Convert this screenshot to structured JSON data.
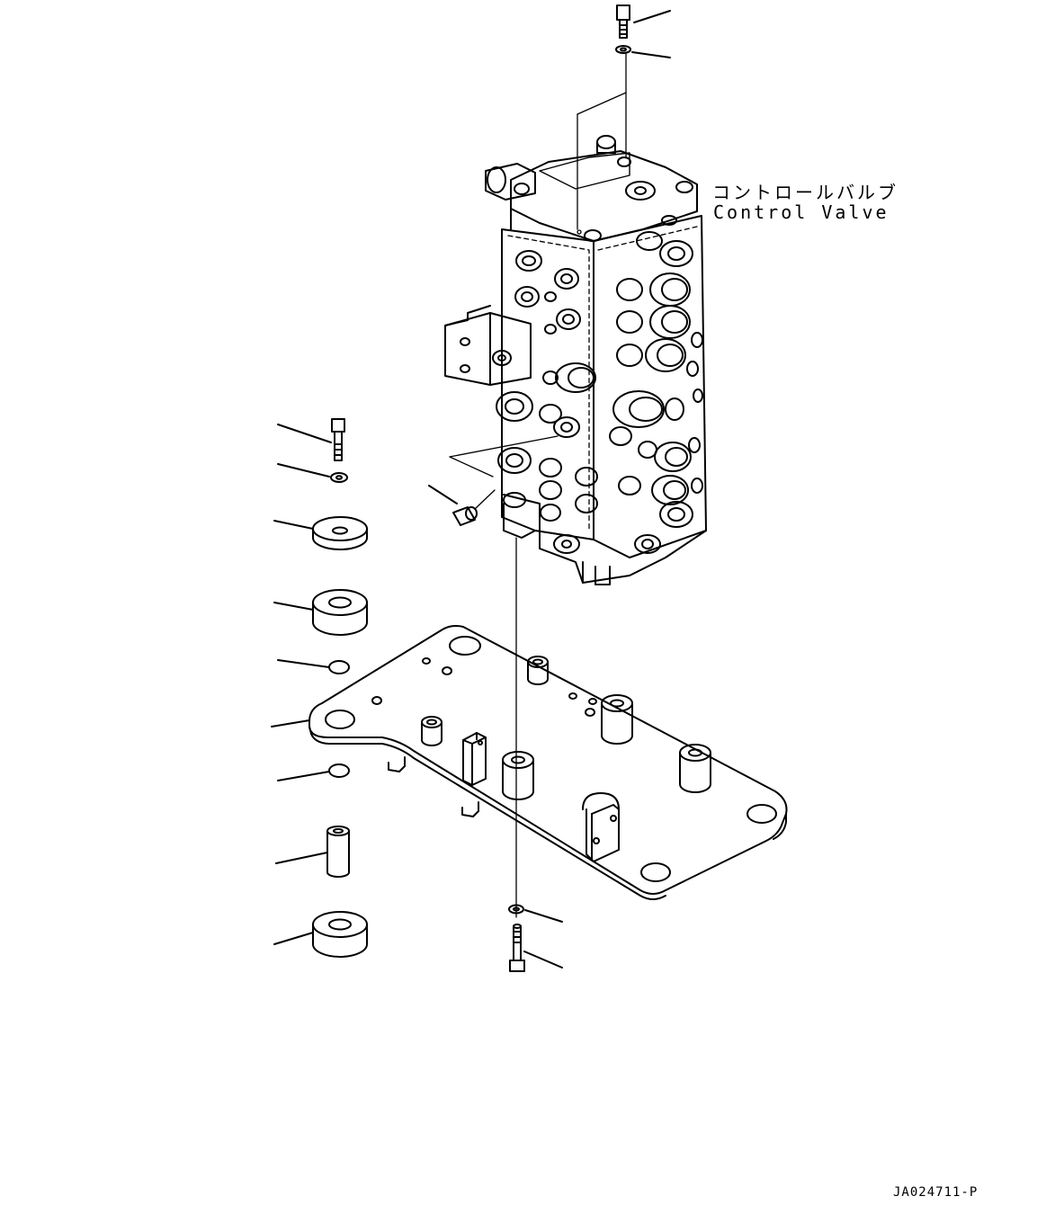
{
  "labels": {
    "control_valve_jp": "コントロールバルブ",
    "control_valve_en": "Control Valve"
  },
  "drawing_number": "JA024711-P",
  "colors": {
    "line": "#000000",
    "background": "#ffffff"
  }
}
